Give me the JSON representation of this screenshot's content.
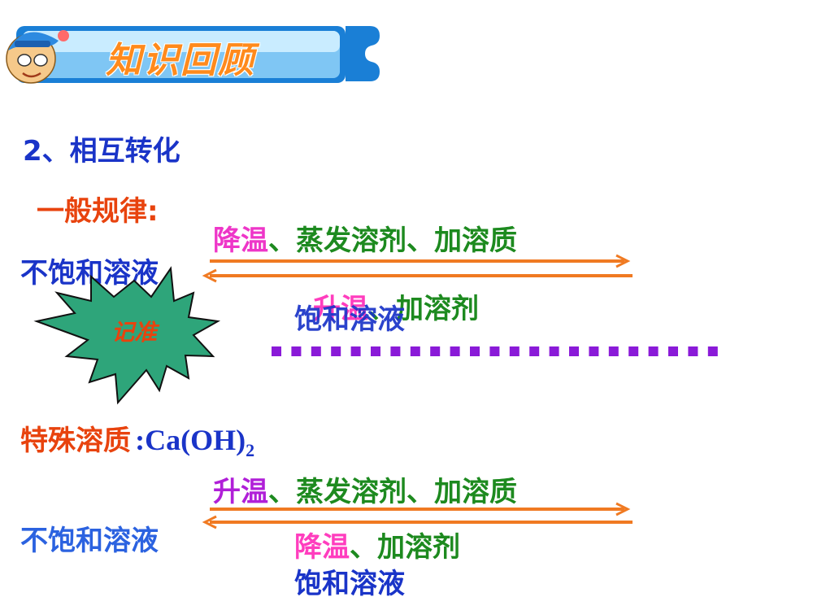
{
  "header": {
    "title": "知识回顾"
  },
  "section": {
    "heading": "2、相互转化"
  },
  "general_rule": {
    "label": "一般规律:",
    "from": "不饱和溶液",
    "forward_cond_1": "降温",
    "forward_cond_sep": "、蒸发溶剂、加溶质",
    "to": "饱和溶液",
    "backward_cond_1": "升温",
    "backward_cond_sep": "、加溶剂",
    "badge": "记准"
  },
  "special_rule": {
    "label": "特殊溶质",
    "formula_prefix": ":Ca(OH)",
    "formula_sub": "2",
    "from": "不饱和溶液",
    "forward_cond_1": "升温",
    "forward_cond_sep": "、蒸发溶剂、加溶质",
    "to": "饱和溶液",
    "backward_cond_1": "降温",
    "backward_cond_sep": "、加溶剂"
  },
  "colors": {
    "banner_blue": "#1a7fd6",
    "arrow_orange": "#f07a22",
    "dots_purple": "#8a1ad8",
    "badge_green": "#2ea57a"
  }
}
